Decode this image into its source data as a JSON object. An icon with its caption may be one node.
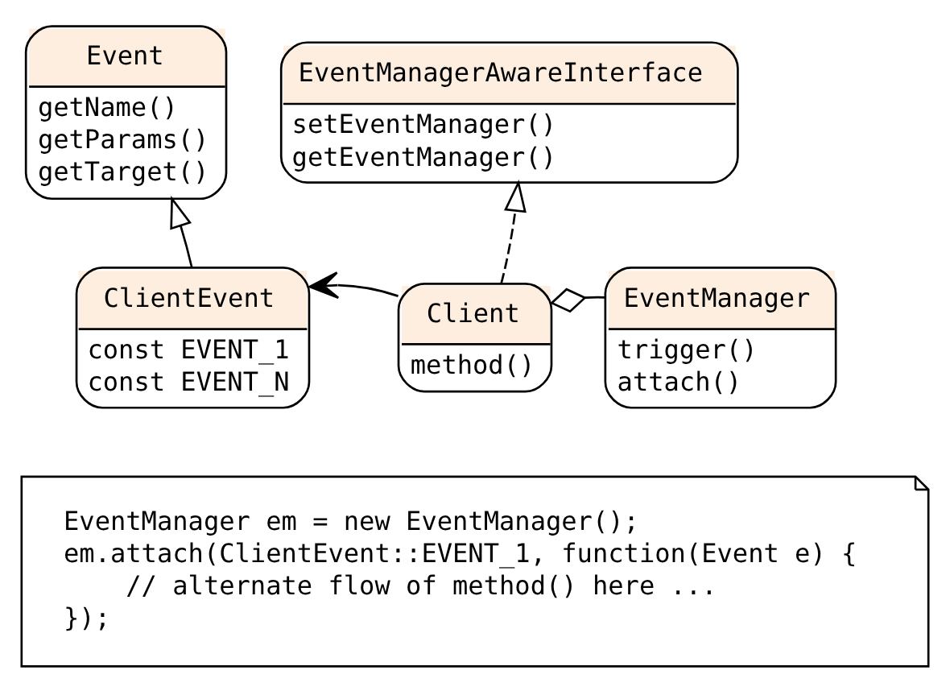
{
  "diagram": {
    "nodes": [
      {
        "text": [
          "Event",
          "getName()",
          "getParams()",
          "getTarget()"
        ]
      },
      {
        "text": [
          "EventManagerAwareInterface",
          "setEventManager()",
          "getEventManager()"
        ]
      },
      {
        "text": [
          "ClientEvent",
          "const EVENT_1",
          "const EVENT_N"
        ]
      },
      {
        "text": [
          "Client",
          "method()"
        ]
      },
      {
        "text": [
          "EventManager",
          "trigger()",
          "attach()"
        ]
      },
      {
        "text": [
          "EventManager em = new EventManager();",
          "em.attach(ClientEvent::EVENT_1, function(Event e) {",
          "// alternate flow of method() here ...",
          "});"
        ]
      }
    ],
    "edges": [
      {
        "from": 2,
        "to": 0,
        "arrow": "to"
      },
      {
        "from": 3,
        "to": 1,
        "arrow": "to",
        "style": "dashed"
      },
      {
        "from": 3,
        "to": 2,
        "arrow": "to"
      },
      {
        "from": 4,
        "to": 3,
        "arrow": "other"
      }
    ]
  }
}
